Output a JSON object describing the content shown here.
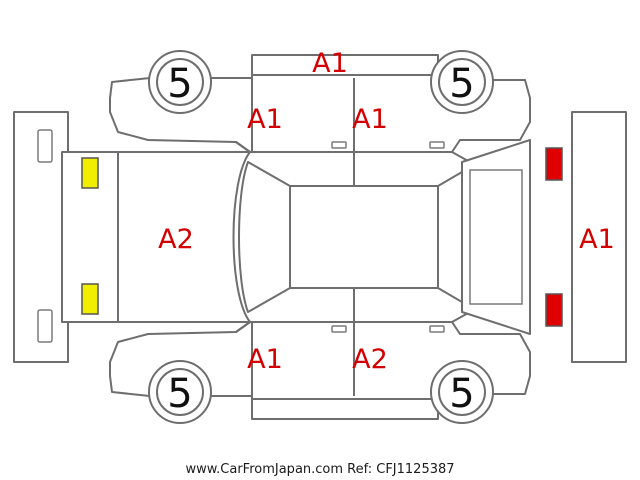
{
  "diagram": {
    "tires": {
      "front_left": "5",
      "front_right": "5",
      "rear_left": "5",
      "rear_right": "5"
    },
    "damage_codes": {
      "roof_top_edge": "A1",
      "top_front_door": "A1",
      "top_rear_door": "A1",
      "hood": "A2",
      "rear_bumper": "A1",
      "bottom_front_door": "A1",
      "bottom_rear_door": "A2"
    },
    "markers": {
      "front_lamps": "yellow",
      "rear_lamps": "red"
    },
    "colors": {
      "outline": "#6e6e6e",
      "grade_text": "#d40000",
      "front_lamp": "#f2ee00",
      "rear_lamp": "#e00000"
    }
  },
  "footer": {
    "source": "www.CarFromJapan.com Ref: CFJ1125387"
  }
}
